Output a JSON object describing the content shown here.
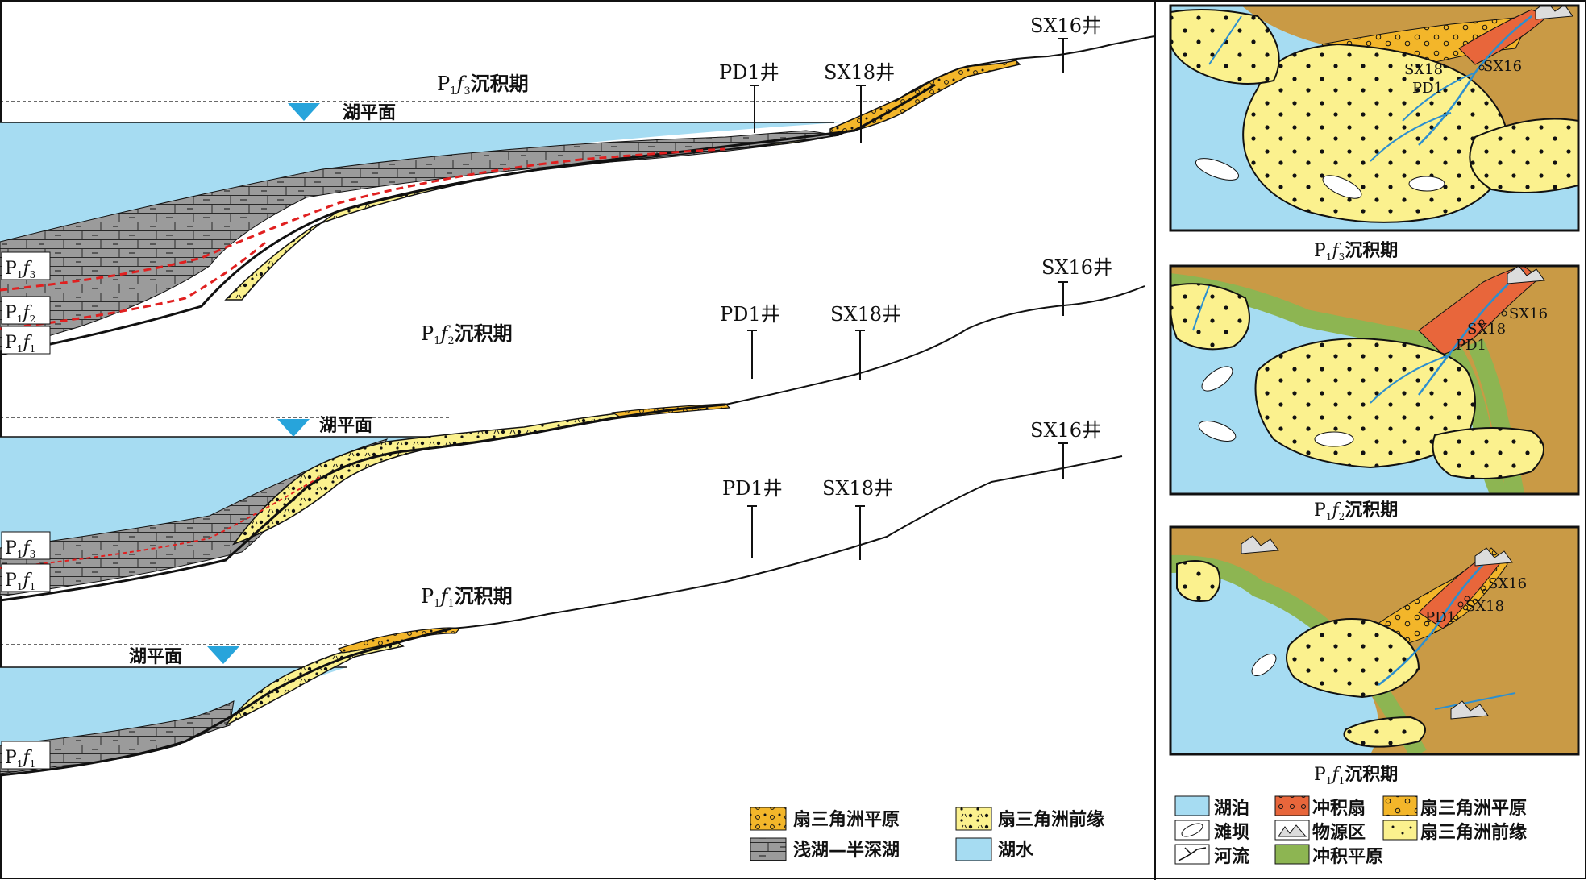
{
  "wells": {
    "pd1": "PD1井",
    "sx18": "SX18井",
    "sx16": "SX16井"
  },
  "lake_level": "湖平面",
  "sections": [
    {
      "title_prefix": "P",
      "title_sub": "1",
      "title_f": "f",
      "title_fsub": "3",
      "title_suffix": "沉积期",
      "units": [
        {
          "P": "P",
          "s": "1",
          "f": "f",
          "n": "3"
        },
        {
          "P": "P",
          "s": "1",
          "f": "f",
          "n": "2"
        },
        {
          "P": "P",
          "s": "1",
          "f": "f",
          "n": "1"
        }
      ]
    },
    {
      "title_prefix": "P",
      "title_sub": "1",
      "title_f": "f",
      "title_fsub": "2",
      "title_suffix": "沉积期",
      "units": [
        {
          "P": "P",
          "s": "1",
          "f": "f",
          "n": "3"
        },
        {
          "P": "P",
          "s": "1",
          "f": "f",
          "n": "1"
        }
      ]
    },
    {
      "title_prefix": "P",
      "title_sub": "1",
      "title_f": "f",
      "title_fsub": "1",
      "title_suffix": "沉积期",
      "units": [
        {
          "P": "P",
          "s": "1",
          "f": "f",
          "n": "1"
        }
      ]
    }
  ],
  "maps": [
    {
      "caption_prefix": "P",
      "caption_sub": "1",
      "caption_f": "f",
      "caption_fsub": "3",
      "caption_suffix": "沉积期",
      "wells": [
        "SX18",
        "SX16",
        "PD1"
      ]
    },
    {
      "caption_prefix": "P",
      "caption_sub": "1",
      "caption_f": "f",
      "caption_fsub": "2",
      "caption_suffix": "沉积期",
      "wells": [
        "SX16",
        "SX18",
        "PD1"
      ]
    },
    {
      "caption_prefix": "P",
      "caption_sub": "1",
      "caption_f": "f",
      "caption_fsub": "1",
      "caption_suffix": "沉积期",
      "wells": [
        "SX16",
        "SX18",
        "PD1"
      ]
    }
  ],
  "legend_bottom": {
    "fan_plain": "扇三角洲平原",
    "fan_front": "扇三角洲前缘",
    "lake": "浅湖—半深湖",
    "water": "湖水"
  },
  "legend_right": {
    "lake": "湖泊",
    "alluvial_fan": "冲积扇",
    "fan_plain": "扇三角洲平原",
    "bar": "滩坝",
    "source": "物源区",
    "fan_front": "扇三角洲前缘",
    "river": "河流",
    "alluvial_plain": "冲积平原"
  },
  "colors": {
    "water": "#a6dcf2",
    "lake_mud": "#9b9b9b",
    "fan_plain": "#f3b62a",
    "fan_front": "#fbf18e",
    "alluvial_fan": "#e8663b",
    "alluvial_plain": "#8db552",
    "land": "#c99a45"
  }
}
